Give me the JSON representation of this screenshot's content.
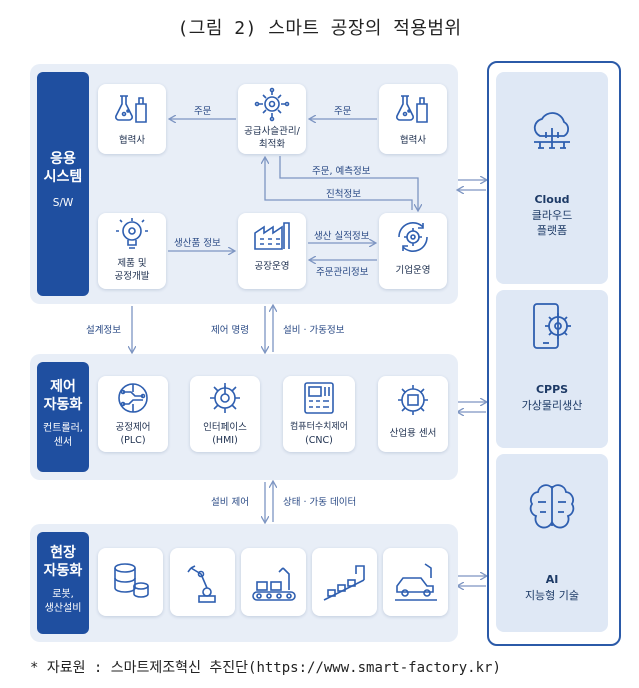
{
  "title": "(그림 2) 스마트 공장의 적용범위",
  "footer": "* 자료원 : 스마트제조혁신 추진단(https://www.smart-factory.kr)",
  "colors": {
    "primary": "#1f4fa0",
    "panel": "#e8eef7",
    "icon": "#2f5fb0",
    "arrow": "#7d95c2"
  },
  "sections": {
    "application": {
      "heading_1": "응용",
      "heading_2": "시스템",
      "sub": "S/W"
    },
    "control": {
      "heading_1": "제어",
      "heading_2": "자동화",
      "sub_1": "컨트롤러,",
      "sub_2": "센서"
    },
    "field": {
      "heading_1": "현장",
      "heading_2": "자동화",
      "sub_1": "로봇,",
      "sub_2": "생산설비"
    }
  },
  "app_nodes": {
    "partner_left": "협력사",
    "scm_1": "공급사슬관리/",
    "scm_2": "최적화",
    "partner_right": "협력사",
    "product_dev_1": "제품 및",
    "product_dev_2": "공정개발",
    "factory_ops": "공장운영",
    "enterprise_ops": "기업운영"
  },
  "app_arrows": {
    "order_left": "주문",
    "order_right": "주문",
    "order_forecast": "주문, 예측정보",
    "progress_info": "진척정보",
    "production_info": "생산품 정보",
    "production_result": "생산 실적정보",
    "order_mgmt": "주문관리정보"
  },
  "between_arrows": {
    "design_info": "설계정보",
    "control_cmd": "제어 명령",
    "equipment_info": "설비 · 가동정보",
    "equipment_control": "설비 제어",
    "status_data": "상태 · 가동 데이터"
  },
  "control_nodes": {
    "plc_1": "공정제어",
    "plc_2": "(PLC)",
    "hmi_1": "인터페이스",
    "hmi_2": "(HMI)",
    "cnc_1": "컴퓨터수치제어",
    "cnc_2": "(CNC)",
    "sensor": "산업용 센서"
  },
  "field_items": [
    "barrel-stack-icon",
    "robot-arm-icon",
    "conveyor-icon",
    "assembly-line-icon",
    "car-assembly-icon"
  ],
  "right_column": {
    "cloud_1": "Cloud",
    "cloud_2": "클라우드",
    "cloud_3": "플랫폼",
    "cpps_1": "CPPS",
    "cpps_2": "가상물리생산",
    "ai_1": "AI",
    "ai_2": "지능형 기술"
  }
}
